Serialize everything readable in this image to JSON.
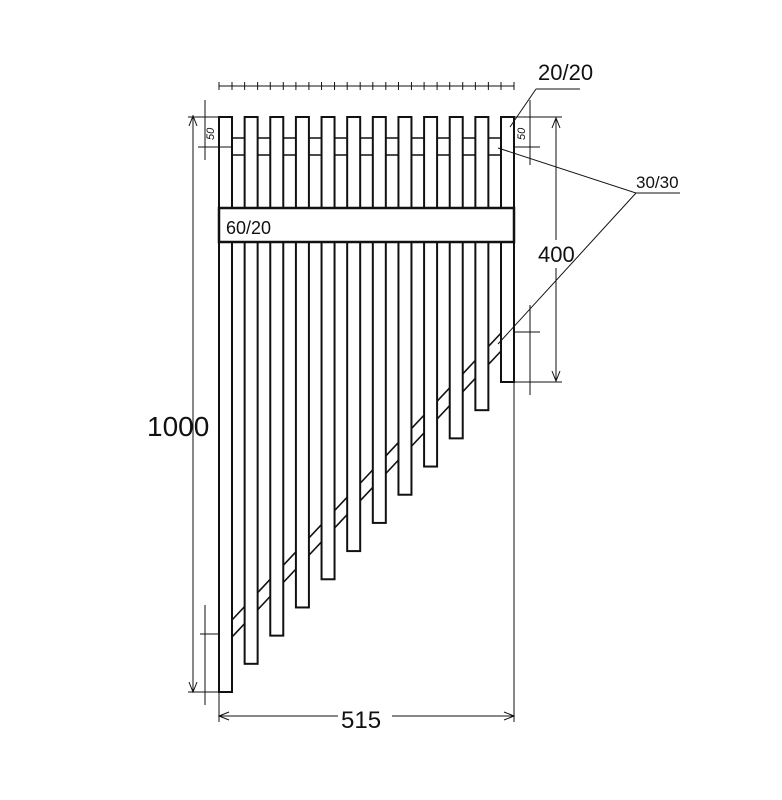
{
  "drawing": {
    "slat_count": 12,
    "labels": {
      "top_slat_section": "20/20",
      "rail_section": "30/30",
      "crossbar_section": "60/20",
      "total_height": "1000",
      "total_width": "515",
      "short_side_height": "400",
      "rail_offset_left": "50",
      "rail_offset_right": "50"
    },
    "colors": {
      "line": "#111111",
      "background": "#ffffff"
    }
  }
}
